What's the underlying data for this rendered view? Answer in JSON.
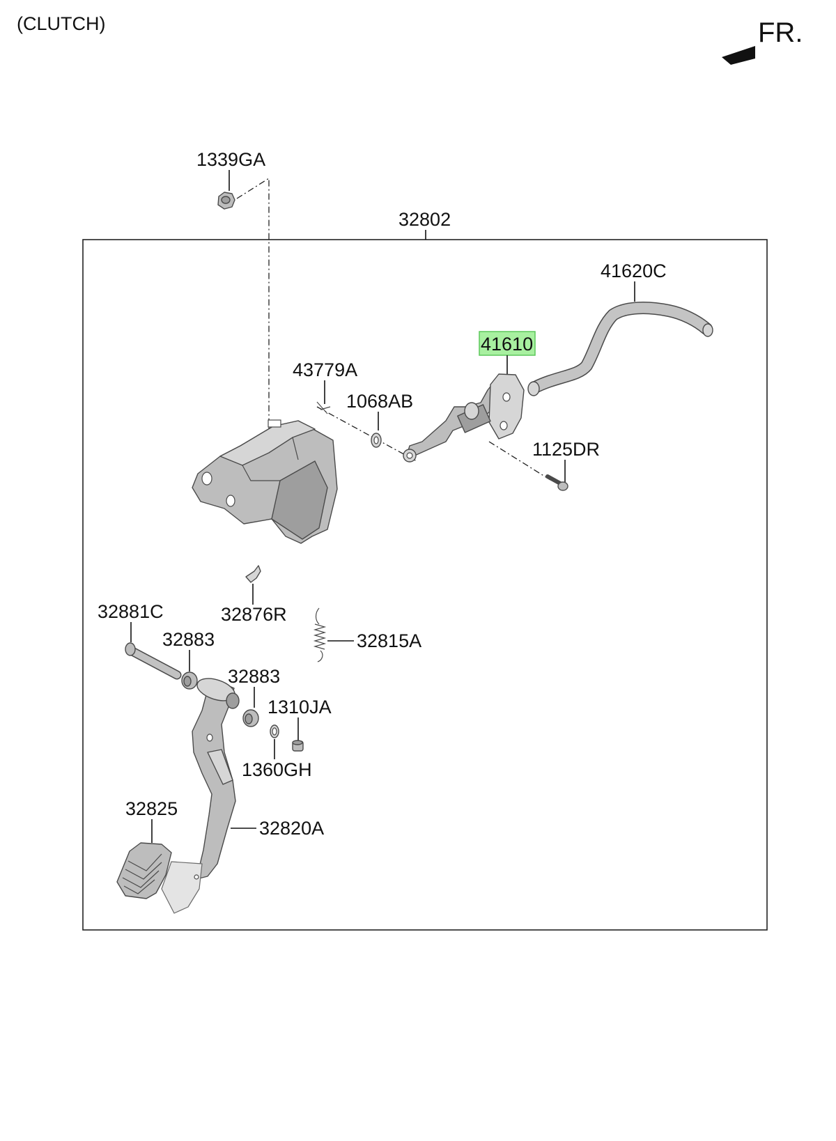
{
  "header": {
    "title": "(CLUTCH)",
    "direction": "FR."
  },
  "callouts": {
    "p1339GA": "1339GA",
    "p32802": "32802",
    "p41620C": "41620C",
    "p41610": "41610",
    "p43779A": "43779A",
    "p1068AB": "1068AB",
    "p1125DR": "1125DR",
    "p32876R": "32876R",
    "p32881C": "32881C",
    "p32883a": "32883",
    "p32815A": "32815A",
    "p32883b": "32883",
    "p1310JA": "1310JA",
    "p1360GH": "1360GH",
    "p32825": "32825",
    "p32820A": "32820A"
  },
  "highlight_color": "#a8f0a0",
  "highlight_border": "#5cc85a"
}
